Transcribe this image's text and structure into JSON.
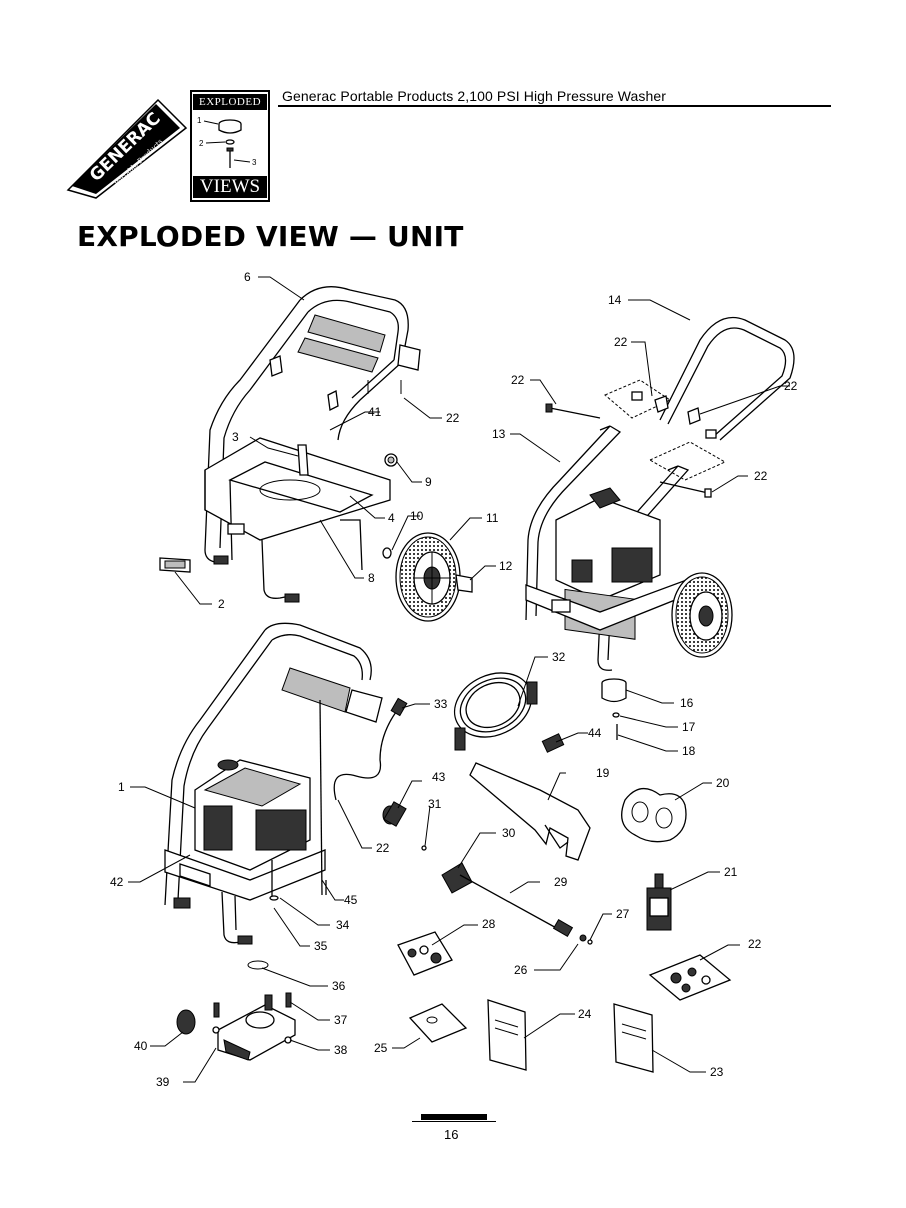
{
  "header": {
    "brand": "GENERAC",
    "brand_sub": "Portable Products",
    "title": "Generac Portable Products 2,100 PSI High Pressure Washer",
    "badge_top": "EXPLODED",
    "badge_bottom": "VIEWS",
    "badge_callouts": [
      "1",
      "2",
      "3"
    ]
  },
  "page_heading": "EXPLODED VIEW — UNIT",
  "callouts": {
    "c1": "1",
    "c2": "2",
    "c3": "3",
    "c4": "4",
    "c6": "6",
    "c8": "8",
    "c9": "9",
    "c10": "10",
    "c11": "11",
    "c12": "12",
    "c13": "13",
    "c14": "14",
    "c16": "16",
    "c17": "17",
    "c18": "18",
    "c19": "19",
    "c20": "20",
    "c21": "21",
    "c22a": "22",
    "c22b": "22",
    "c22c": "22",
    "c22d": "22",
    "c22e": "22",
    "c22f": "22",
    "c22g": "22",
    "c23": "23",
    "c24": "24",
    "c25": "25",
    "c26": "26",
    "c27": "27",
    "c28": "28",
    "c29": "29",
    "c30": "30",
    "c31": "31",
    "c32": "32",
    "c33": "33",
    "c34": "34",
    "c35": "35",
    "c36": "36",
    "c37": "37",
    "c38": "38",
    "c39": "39",
    "c40": "40",
    "c41": "41",
    "c42": "42",
    "c43": "43",
    "c44": "44",
    "c45": "45"
  },
  "page_number": "16"
}
